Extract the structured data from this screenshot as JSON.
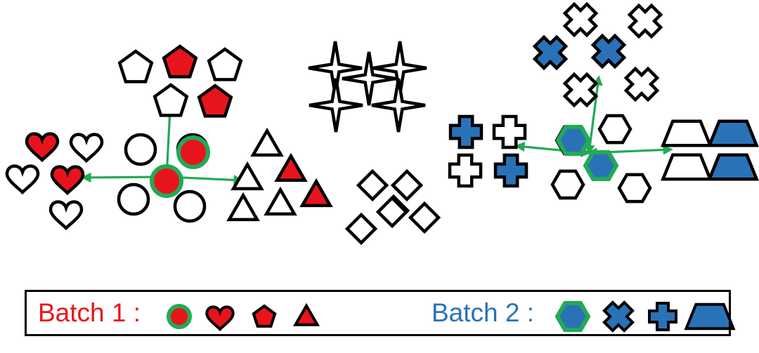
{
  "colors": {
    "batch1_fill": "#e8141c",
    "batch2_fill": "#2a72b8",
    "link_color": "#22aa55",
    "outline": "#000000",
    "empty_fill": "#ffffff"
  },
  "legend": {
    "batch1": {
      "label": "Batch 1 :",
      "color": "#e8141c",
      "shapes": [
        "circle-icon",
        "heart-icon",
        "pentagon-icon",
        "triangle-icon"
      ]
    },
    "batch2": {
      "label": "Batch 2 :",
      "color": "#2a72b8",
      "shapes": [
        "hexagon-icon",
        "x-cross-icon",
        "plus-cross-icon",
        "trapezoid-icon"
      ]
    }
  },
  "clusters": {
    "hearts": {
      "shape": "heart",
      "batch": 1,
      "total": 5,
      "filled": 2
    },
    "circles": {
      "shape": "circle",
      "batch": 1,
      "total": 6,
      "filled": 2
    },
    "pentagons": {
      "shape": "pentagon",
      "batch": 1,
      "total": 5,
      "filled": 2
    },
    "triangles": {
      "shape": "triangle",
      "batch": 1,
      "total": 6,
      "filled": 2
    },
    "stars": {
      "shape": "four-point-star",
      "batch": 0,
      "total": 5,
      "filled": 0
    },
    "diamonds": {
      "shape": "diamond",
      "batch": 0,
      "total": 6,
      "filled": 0
    },
    "plus_crosses": {
      "shape": "plus-cross",
      "batch": 2,
      "total": 4,
      "filled": 2
    },
    "hexagons": {
      "shape": "hexagon",
      "batch": 2,
      "total": 6,
      "filled": 2
    },
    "x_crosses": {
      "shape": "x-cross",
      "batch": 2,
      "total": 6,
      "filled": 2
    },
    "trapezoids": {
      "shape": "trapezoid",
      "batch": 2,
      "total": 4,
      "filled": 2
    }
  },
  "links": [
    {
      "from": "circles",
      "to": "hearts"
    },
    {
      "from": "circles",
      "to": "pentagons"
    },
    {
      "from": "circles",
      "to": "triangles"
    },
    {
      "from": "hexagons",
      "to": "plus_crosses"
    },
    {
      "from": "hexagons",
      "to": "x_crosses"
    },
    {
      "from": "hexagons",
      "to": "trapezoids"
    }
  ]
}
